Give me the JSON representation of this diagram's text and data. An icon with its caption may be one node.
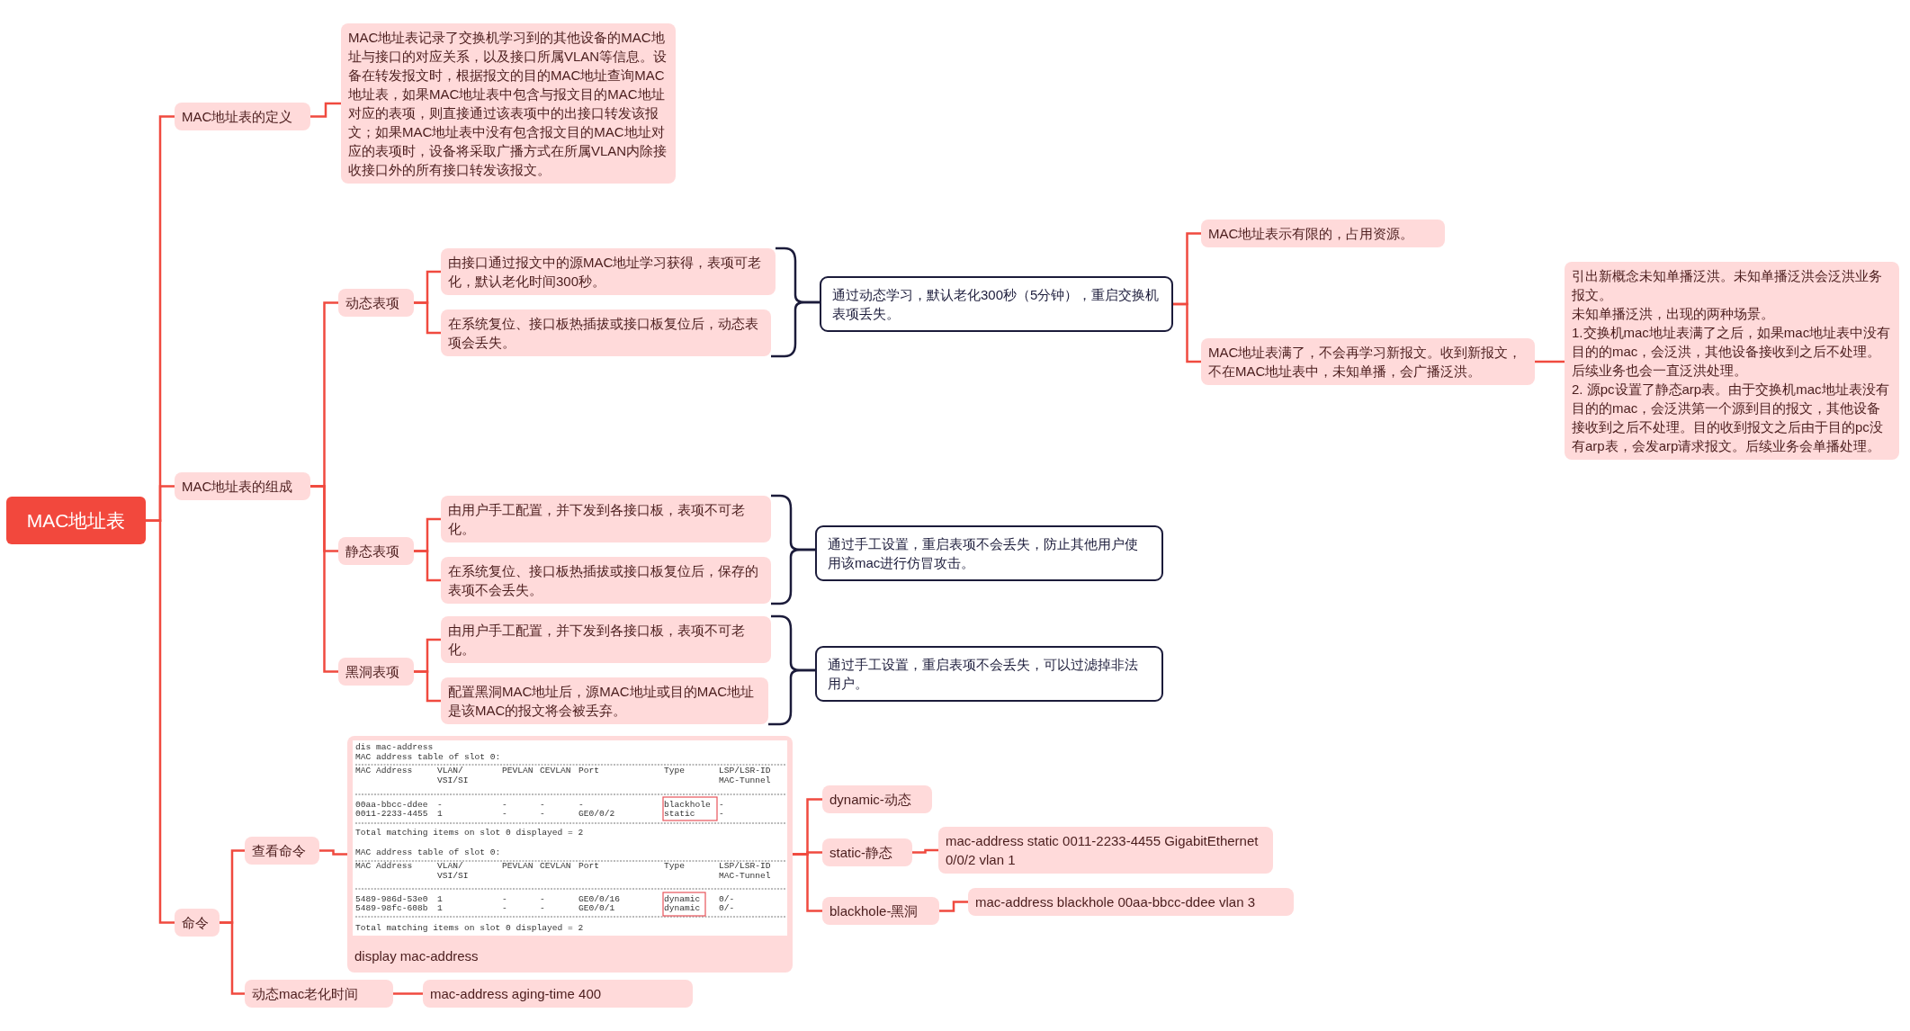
{
  "diagram": {
    "nodes": [
      {
        "text": [
          "MAC地址表"
        ]
      },
      {
        "text": [
          "MAC地址表的定义"
        ]
      },
      {
        "text": [
          "MAC地址表记录了交换机学习到的其他设备的MAC地址与接口的对应关系，以及接口所属VLAN等信息。设备在转发报文时，根据报文的目的MAC地址查询MAC地址表，如果MAC地址表中包含与报文目的MAC地址对应的表项，则直接通过该表项中的出接口转发该报文；如果MAC地址表中没有包含报文目的MAC地址对应的表项时，设备将采取广播方式在所属VLAN内除接收接口外的所有接口转发该报文。"
        ]
      },
      {
        "text": [
          "MAC地址表的组成"
        ]
      },
      {
        "text": [
          "动态表项"
        ]
      },
      {
        "text": [
          "由接口通过报文中的源MAC地址学习获得，表项可老化，默认老化时间300秒。"
        ]
      },
      {
        "text": [
          "在系统复位、接口板热插拔或接口板复位后，动态表项会丢失。"
        ]
      },
      {
        "text": [
          "通过动态学习，默认老化300秒（5分钟），重启交换机表项丢失。"
        ]
      },
      {
        "text": [
          "MAC地址表示有限的，占用资源。"
        ]
      },
      {
        "text": [
          "MAC地址表满了，不会再学习新报文。收到新报文，不在MAC地址表中，未知单播，会广播泛洪。"
        ]
      },
      {
        "text": [
          "引出新概念未知单播泛洪。未知单播泛洪会泛洪业务报文。",
          "未知单播泛洪，出现的两种场景。",
          "1.交换机mac地址表满了之后，如果mac地址表中没有目的的mac，会泛洪，其他设备接收到之后不处理。后续业务也会一直泛洪处理。",
          "2. 源pc设置了静态arp表。由于交换机mac地址表没有目的的mac，会泛洪第一个源到目的报文，其他设备接收到之后不处理。目的收到报文之后由于目的pc没有arp表，会发arp请求报文。后续业务会单播处理。"
        ]
      },
      {
        "text": [
          "静态表项"
        ]
      },
      {
        "text": [
          "由用户手工配置，并下发到各接口板，表项不可老化。"
        ]
      },
      {
        "text": [
          "在系统复位、接口板热插拔或接口板复位后，保存的表项不会丢失。"
        ]
      },
      {
        "text": [
          "通过手工设置，重启表项不会丢失，防止其他用户使用该mac进行仿冒攻击。"
        ]
      },
      {
        "text": [
          "黑洞表项"
        ]
      },
      {
        "text": [
          "由用户手工配置，并下发到各接口板，表项不可老化。"
        ]
      },
      {
        "text": [
          "配置黑洞MAC地址后，源MAC地址或目的MAC地址是该MAC的报文将会被丢弃。"
        ]
      },
      {
        "text": [
          "通过手工设置，重启表项不会丢失，可以过滤掉非法用户。"
        ]
      },
      {
        "text": [
          "命令"
        ]
      },
      {
        "text": [
          "查看命令"
        ]
      },
      {
        "text": [
          "display mac-address"
        ]
      },
      {
        "text": [
          "dynamic-动态"
        ]
      },
      {
        "text": [
          "static-静态"
        ]
      },
      {
        "text": [
          "mac-address static 0011-2233-4455 GigabitEthernet 0/0/2 vlan 1"
        ]
      },
      {
        "text": [
          "blackhole-黑洞"
        ]
      },
      {
        "text": [
          "mac-address blackhole 00aa-bbcc-ddee vlan 3"
        ]
      },
      {
        "text": [
          "动态mac老化时间"
        ]
      },
      {
        "text": [
          "mac-address aging-time 400"
        ]
      }
    ],
    "edges": [
      {
        "from": 0,
        "to": 1,
        "arrow": "none"
      },
      {
        "from": 1,
        "to": 2,
        "arrow": "none"
      },
      {
        "from": 0,
        "to": 3,
        "arrow": "none"
      },
      {
        "from": 3,
        "to": 4,
        "arrow": "none"
      },
      {
        "from": 4,
        "to": 5,
        "arrow": "none"
      },
      {
        "from": 4,
        "to": 6,
        "arrow": "none"
      },
      {
        "from": 5,
        "to": 7,
        "arrow": "none",
        "color": "#1b1b3a"
      },
      {
        "from": 6,
        "to": 7,
        "arrow": "none",
        "color": "#1b1b3a"
      },
      {
        "from": 7,
        "to": 8,
        "arrow": "none"
      },
      {
        "from": 7,
        "to": 9,
        "arrow": "none"
      },
      {
        "from": 9,
        "to": 10,
        "arrow": "none"
      },
      {
        "from": 3,
        "to": 11,
        "arrow": "none"
      },
      {
        "from": 11,
        "to": 12,
        "arrow": "none"
      },
      {
        "from": 11,
        "to": 13,
        "arrow": "none"
      },
      {
        "from": 12,
        "to": 14,
        "arrow": "none",
        "color": "#1b1b3a"
      },
      {
        "from": 13,
        "to": 14,
        "arrow": "none",
        "color": "#1b1b3a"
      },
      {
        "from": 3,
        "to": 15,
        "arrow": "none"
      },
      {
        "from": 15,
        "to": 16,
        "arrow": "none"
      },
      {
        "from": 15,
        "to": 17,
        "arrow": "none"
      },
      {
        "from": 16,
        "to": 18,
        "arrow": "none",
        "color": "#1b1b3a"
      },
      {
        "from": 17,
        "to": 18,
        "arrow": "none",
        "color": "#1b1b3a"
      },
      {
        "from": 0,
        "to": 19,
        "arrow": "none"
      },
      {
        "from": 19,
        "to": 20,
        "arrow": "none"
      },
      {
        "from": 20,
        "to": 21,
        "arrow": "none"
      },
      {
        "from": 21,
        "to": 22,
        "arrow": "none"
      },
      {
        "from": 21,
        "to": 23,
        "arrow": "none"
      },
      {
        "from": 23,
        "to": 24,
        "arrow": "none"
      },
      {
        "from": 21,
        "to": 25,
        "arrow": "none"
      },
      {
        "from": 25,
        "to": 26,
        "arrow": "none"
      },
      {
        "from": 19,
        "to": 27,
        "arrow": "none"
      },
      {
        "from": 27,
        "to": 28,
        "arrow": "none"
      }
    ],
    "labels": [
      "dis mac-address",
      "MAC address table of slot 0:",
      "MAC Address",
      "VLAN/ VSI/SI",
      "PEVLAN",
      "CEVLAN",
      "Port",
      "Type",
      "LSP/LSR-ID MAC-Tunnel",
      "00aa-bbcc-ddee",
      "-",
      "-",
      "-",
      "-",
      "blackhole",
      "-",
      "0011-2233-4455",
      "1",
      "-",
      "-",
      "GE0/0/2",
      "static",
      "-",
      "Total matching items on slot 0 displayed = 2",
      "MAC address table of slot 0:",
      "MAC Address",
      "VLAN/ VSI/SI",
      "PEVLAN",
      "CEVLAN",
      "Port",
      "Type",
      "LSP/LSR-ID MAC-Tunnel",
      "5489-986d-53e0",
      "1",
      "-",
      "-",
      "GE0/0/16",
      "dynamic",
      "0/-",
      "5489-98fc-608b",
      "1",
      "-",
      "-",
      "GE0/0/1",
      "dynamic",
      "0/-",
      "Total matching items on slot 0 displayed = 2"
    ]
  }
}
